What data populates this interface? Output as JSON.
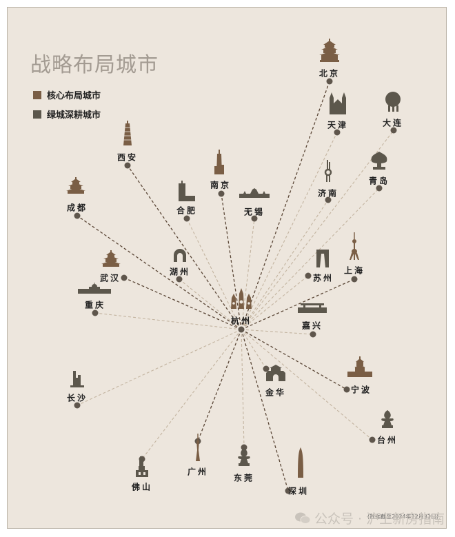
{
  "title": "战略布局城市",
  "legend": [
    {
      "label": "核心布局城市",
      "color": "#7a5e45"
    },
    {
      "label": "绿城深耕城市",
      "color": "#5c574c"
    }
  ],
  "colors": {
    "background": "#ede6dd",
    "core_line": "#5a4636",
    "deep_line": "#c3b4a0",
    "dot": "#5f564c",
    "core_icon": "#7a5e45",
    "deep_icon": "#5c574c"
  },
  "hub": {
    "name": "杭州",
    "dot": [
      350,
      478
    ],
    "label": [
      350,
      465
    ],
    "icon": [
      350,
      452
    ]
  },
  "cities": [
    {
      "name": "北京",
      "type": "core",
      "dot": [
        478,
        118
      ],
      "label": [
        478,
        106
      ],
      "icon": [
        478,
        94
      ],
      "shape": "temple"
    },
    {
      "name": "天津",
      "type": "deep",
      "dot": [
        489,
        192
      ],
      "label": [
        490,
        181
      ],
      "icon": [
        490,
        170
      ],
      "shape": "church"
    },
    {
      "name": "大连",
      "type": "deep",
      "dot": [
        571,
        189
      ],
      "label": [
        570,
        178
      ],
      "icon": [
        570,
        167
      ],
      "shape": "sphere"
    },
    {
      "name": "西安",
      "type": "core",
      "dot": [
        185,
        240
      ],
      "label": [
        185,
        228
      ],
      "icon": [
        185,
        215
      ],
      "shape": "pagoda"
    },
    {
      "name": "南京",
      "type": "core",
      "dot": [
        321,
        281
      ],
      "label": [
        320,
        268
      ],
      "icon": [
        318,
        257
      ],
      "shape": "skyscraper"
    },
    {
      "name": "合肥",
      "type": "deep",
      "dot": [
        271,
        317
      ],
      "label": [
        271,
        305
      ],
      "icon": [
        271,
        296
      ],
      "shape": "tower-l"
    },
    {
      "name": "无锡",
      "type": "deep",
      "dot": [
        369,
        317
      ],
      "label": [
        369,
        307
      ],
      "icon": [
        369,
        291
      ],
      "shape": "skyline"
    },
    {
      "name": "济南",
      "type": "deep",
      "dot": [
        476,
        290
      ],
      "label": [
        476,
        280
      ],
      "icon": [
        476,
        268
      ],
      "shape": "knot"
    },
    {
      "name": "青岛",
      "type": "deep",
      "dot": [
        550,
        273
      ],
      "label": [
        550,
        262
      ],
      "icon": [
        550,
        250
      ],
      "shape": "flame"
    },
    {
      "name": "成都",
      "type": "core",
      "dot": [
        112,
        313
      ],
      "label": [
        112,
        301
      ],
      "icon": [
        110,
        285
      ],
      "shape": "pavilion"
    },
    {
      "name": "湖州",
      "type": "deep",
      "dot": [
        260,
        405
      ],
      "label": [
        261,
        394
      ],
      "icon": [
        261,
        384
      ],
      "shape": "arch"
    },
    {
      "name": "武汉",
      "type": "core",
      "dot": [
        180,
        403
      ],
      "label": [
        160,
        403
      ],
      "icon": [
        161,
        391
      ],
      "shape": "pavilion"
    },
    {
      "name": "苏州",
      "type": "deep",
      "dot": [
        447,
        400
      ],
      "label": [
        469,
        403
      ],
      "icon": [
        468,
        392
      ],
      "shape": "gate"
    },
    {
      "name": "上海",
      "type": "core",
      "dot": [
        514,
        405
      ],
      "label": [
        514,
        392
      ],
      "icon": [
        514,
        381
      ],
      "shape": "pearl"
    },
    {
      "name": "重庆",
      "type": "deep",
      "dot": [
        138,
        454
      ],
      "label": [
        138,
        442
      ],
      "icon": [
        137,
        430
      ],
      "shape": "hall"
    },
    {
      "name": "嘉兴",
      "type": "deep",
      "dot": [
        454,
        485
      ],
      "label": [
        453,
        472
      ],
      "icon": [
        453,
        458
      ],
      "shape": "bridge"
    },
    {
      "name": "金华",
      "type": "deep",
      "dot": [
        386,
        535
      ],
      "label": [
        400,
        569
      ],
      "icon": [
        400,
        557
      ],
      "shape": "citygate"
    },
    {
      "name": "宁波",
      "type": "core",
      "dot": [
        503,
        565
      ],
      "label": [
        524,
        565
      ],
      "icon": [
        522,
        551
      ],
      "shape": "tianyi"
    },
    {
      "name": "长沙",
      "type": "deep",
      "dot": [
        112,
        588
      ],
      "label": [
        112,
        577
      ],
      "icon": [
        112,
        566
      ],
      "shape": "towers"
    },
    {
      "name": "台州",
      "type": "deep",
      "dot": [
        540,
        638
      ],
      "label": [
        562,
        638
      ],
      "icon": [
        562,
        625
      ],
      "shape": "sculpture"
    },
    {
      "name": "广州",
      "type": "core",
      "dot": [
        287,
        640
      ],
      "label": [
        287,
        684
      ],
      "icon": [
        287,
        673
      ],
      "shape": "cantontower"
    },
    {
      "name": "佛山",
      "type": "deep",
      "dot": [
        206,
        666
      ],
      "label": [
        206,
        706
      ],
      "icon": [
        206,
        696
      ],
      "shape": "stacked"
    },
    {
      "name": "东莞",
      "type": "deep",
      "dot": [
        354,
        649
      ],
      "label": [
        354,
        693
      ],
      "icon": [
        354,
        680
      ],
      "shape": "sculpture"
    },
    {
      "name": "深圳",
      "type": "core",
      "dot": [
        418,
        712
      ],
      "label": [
        433,
        712
      ],
      "icon": [
        436,
        697
      ],
      "shape": "spire"
    }
  ],
  "footnote": "(数据截至2024年12月31日)",
  "watermark": "公众号 · 沪上新房指南"
}
